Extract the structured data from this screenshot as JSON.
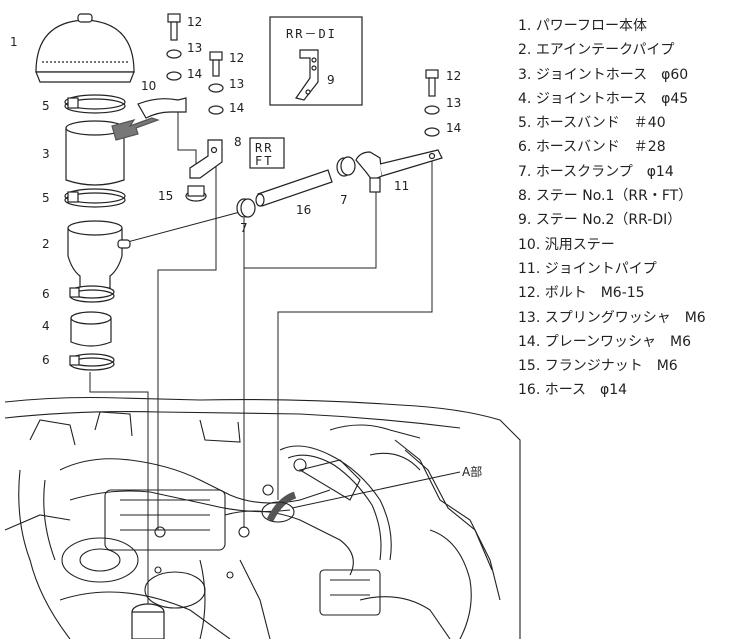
{
  "parts": [
    {
      "num": "1.",
      "name": "パワーフロー本体"
    },
    {
      "num": "2.",
      "name": "エアインテークパイプ"
    },
    {
      "num": "3.",
      "name": "ジョイントホース　φ60"
    },
    {
      "num": "4.",
      "name": "ジョイントホース　φ45"
    },
    {
      "num": "5.",
      "name": "ホースバンド　＃40"
    },
    {
      "num": "6.",
      "name": "ホースバンド　＃28"
    },
    {
      "num": "7.",
      "name": "ホースクランプ　φ14"
    },
    {
      "num": "8.",
      "name": "ステー No.1（RR・FT）"
    },
    {
      "num": "9.",
      "name": "ステー No.2（RR-DI）"
    },
    {
      "num": "10.",
      "name": "汎用ステー"
    },
    {
      "num": "11.",
      "name": "ジョイントパイプ"
    },
    {
      "num": "12.",
      "name": "ボルト　M6-15"
    },
    {
      "num": "13.",
      "name": "スプリングワッシャ　M6"
    },
    {
      "num": "14.",
      "name": "プレーンワッシャ　M6"
    },
    {
      "num": "15.",
      "name": "フランジナット　M6"
    },
    {
      "num": "16.",
      "name": "ホース　φ14"
    }
  ],
  "callouts": {
    "c1": "1",
    "c2": "2",
    "c3": "3",
    "c4": "4",
    "c5a": "5",
    "c5b": "5",
    "c6a": "6",
    "c6b": "6",
    "c7a": "7",
    "c7b": "7",
    "c8": "8",
    "c9": "9",
    "c10": "10",
    "c11": "11",
    "c12a": "12",
    "c12b": "12",
    "c12c": "12",
    "c13a": "13",
    "c13b": "13",
    "c13c": "13",
    "c14a": "14",
    "c14b": "14",
    "c14c": "14",
    "c15": "15",
    "c16": "16"
  },
  "boxes": {
    "rr_di": "RR－DI",
    "rr": "RR",
    "ft": "FT"
  },
  "detail_label": "A部"
}
